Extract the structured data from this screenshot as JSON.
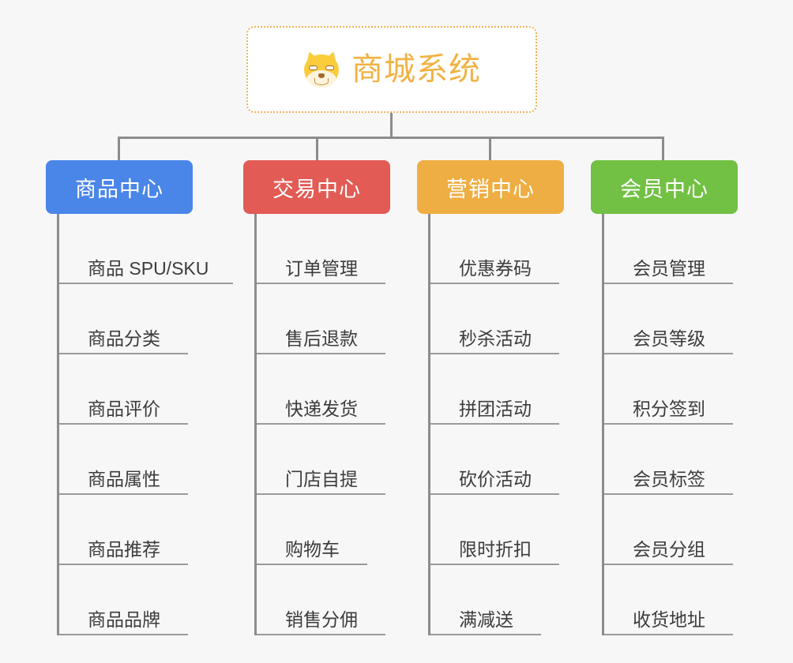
{
  "diagram": {
    "title": "商城系统",
    "root_icon": "shiba-dog-face-icon",
    "background_color": "#f7f7f7",
    "root": {
      "label": "商城系统",
      "border_color": "#edb254",
      "text_color": "#f0b244",
      "fill_color": "#ffffff"
    },
    "connector_color": "#8c8c8c",
    "columns": [
      {
        "label": "商品中心",
        "color": "#4a86e8",
        "items": [
          "商品 SPU/SKU",
          "商品分类",
          "商品评价",
          "商品属性",
          "商品推荐",
          "商品品牌"
        ]
      },
      {
        "label": "交易中心",
        "color": "#e25b55",
        "items": [
          "订单管理",
          "售后退款",
          "快递发货",
          "门店自提",
          "购物车",
          "销售分佣"
        ]
      },
      {
        "label": "营销中心",
        "color": "#eeae43",
        "items": [
          "优惠券码",
          "秒杀活动",
          "拼团活动",
          "砍价活动",
          "限时折扣",
          "满减送"
        ]
      },
      {
        "label": "会员中心",
        "color": "#72c044",
        "items": [
          "会员管理",
          "会员等级",
          "积分签到",
          "会员标签",
          "会员分组",
          "收货地址"
        ]
      }
    ]
  }
}
